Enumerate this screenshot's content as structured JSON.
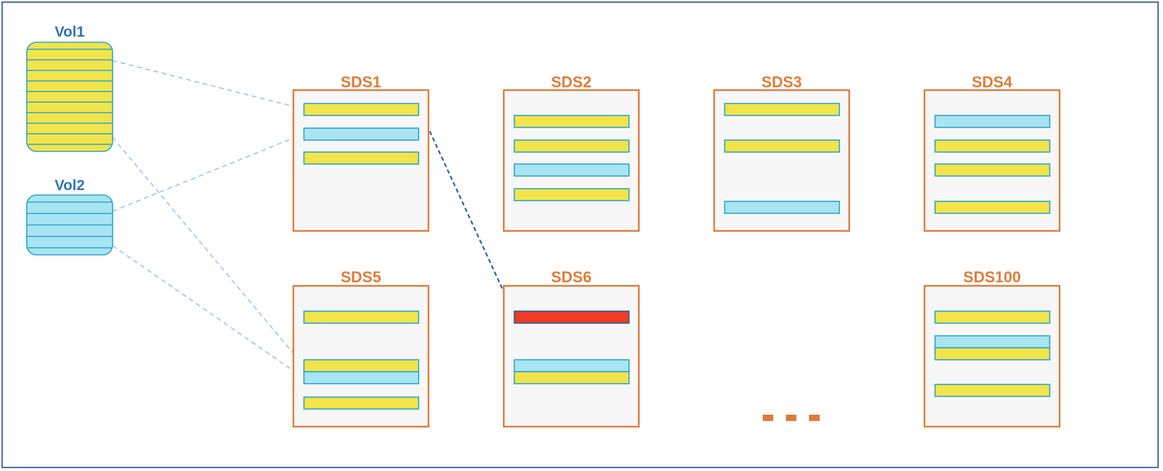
{
  "colors": {
    "frame": "#4a6fa5",
    "vol_label": "#2e75b6",
    "sds_label": "#e07b39",
    "sds_border": "#e07b39",
    "sds_fill": "#f7f7f7",
    "yellow_chunk": "#f2e44a",
    "blue_chunk": "#a9e4f2",
    "red_chunk": "#ee3b24",
    "chunk_border": "#2aa5c9",
    "vol_border": "#2aa5c9",
    "link": "#9cc3e6",
    "link_dark": "#2e5fa8",
    "ellipsis": "#e07b39"
  },
  "volumes": [
    {
      "id": "vol1",
      "label": "Vol1",
      "color": "yellow",
      "slices": 9
    },
    {
      "id": "vol2",
      "label": "Vol2",
      "color": "blue",
      "slices": 4
    }
  ],
  "sds_nodes": [
    {
      "id": "sds1",
      "label": "SDS1",
      "chunks": [
        "yellow",
        "blue",
        "yellow"
      ]
    },
    {
      "id": "sds2",
      "label": "SDS2",
      "chunks": [
        "yellow",
        "yellow",
        "blue",
        "yellow"
      ]
    },
    {
      "id": "sds3",
      "label": "SDS3",
      "chunks": [
        "yellow",
        "yellow",
        "blue"
      ]
    },
    {
      "id": "sds4",
      "label": "SDS4",
      "chunks": [
        "blue",
        "yellow",
        "yellow",
        "yellow"
      ]
    },
    {
      "id": "sds5",
      "label": "SDS5",
      "chunks": [
        "yellow",
        "yellow",
        "blue",
        "yellow"
      ]
    },
    {
      "id": "sds6",
      "label": "SDS6",
      "chunks": [
        "red",
        "blue",
        "yellow"
      ]
    },
    {
      "id": "sds100",
      "label": "SDS100",
      "chunks": [
        "yellow",
        "blue",
        "yellow",
        "yellow"
      ]
    }
  ],
  "ellipsis": "..."
}
